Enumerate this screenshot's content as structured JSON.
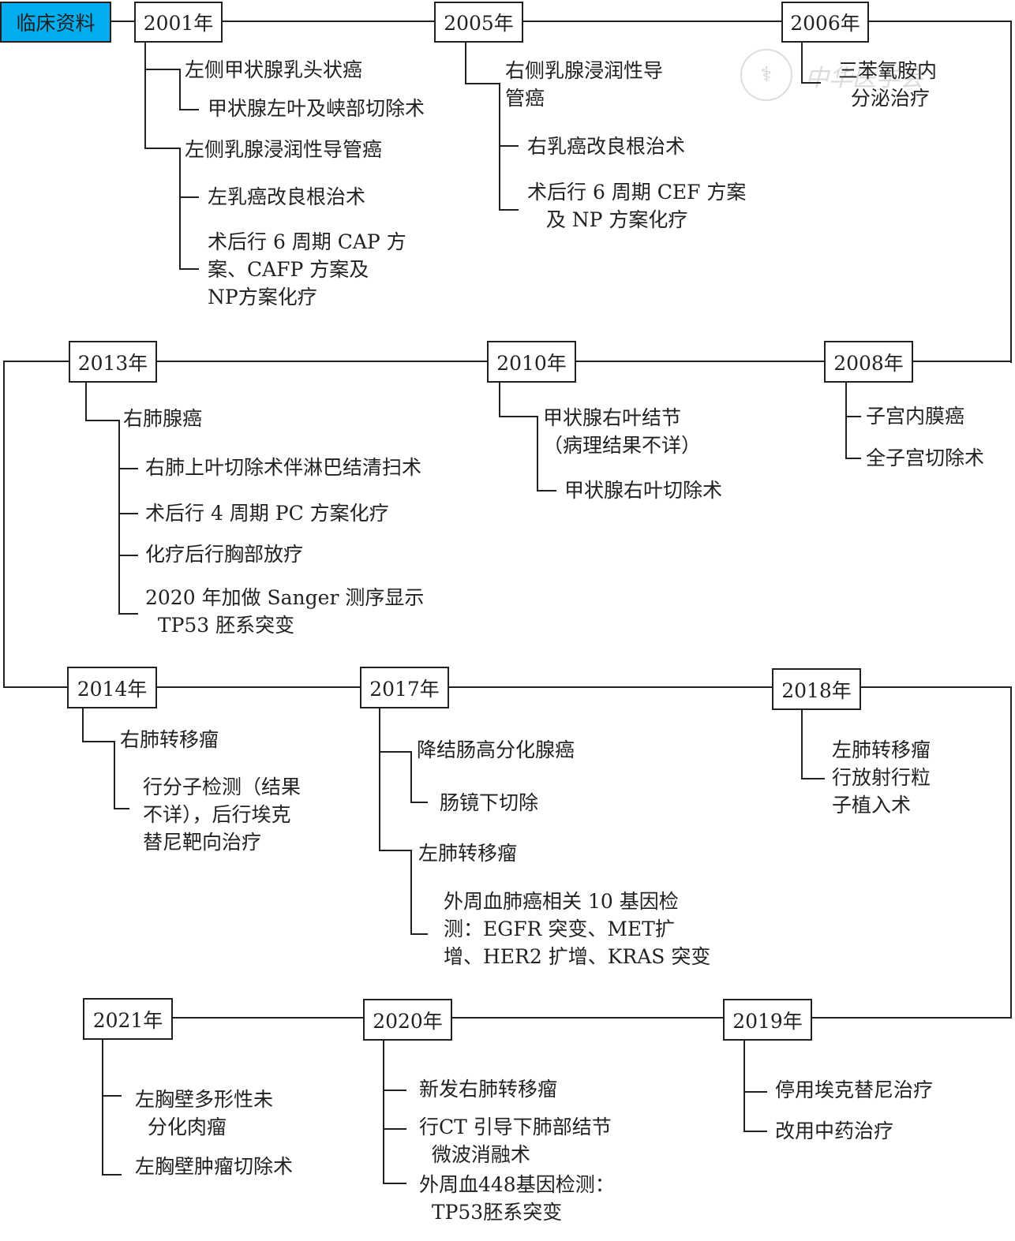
{
  "root": {
    "label": "临床资料",
    "color": "#00aeef"
  },
  "watermark": {
    "text": "中华医学会"
  },
  "timeline": [
    {
      "year": "2001年",
      "items": [
        "左侧甲状腺乳头状癌",
        "甲状腺左叶及峡部切除术",
        "左侧乳腺浸润性导管癌",
        "左乳癌改良根治术",
        "术后行 6 周期 CAP 方\n案、CAFP 方案及\nNP方案化疗"
      ]
    },
    {
      "year": "2005年",
      "items": [
        "右侧乳腺浸润性导\n管癌",
        "右乳癌改良根治术",
        "术后行 6 周期 CEF 方案\n   及 NP 方案化疗"
      ]
    },
    {
      "year": "2006年",
      "items": [
        "三苯氧胺内\n  分泌治疗"
      ]
    },
    {
      "year": "2008年",
      "items": [
        "子宫内膜癌",
        "全子宫切除术"
      ]
    },
    {
      "year": "2010年",
      "items": [
        "甲状腺右叶结节\n（病理结果不详）",
        "甲状腺右叶切除术"
      ]
    },
    {
      "year": "2013年",
      "items": [
        "右肺腺癌",
        "右肺上叶切除术伴淋巴结清扫术",
        "术后行 4 周期 PC 方案化疗",
        "化疗后行胸部放疗",
        "2020 年加做 Sanger 测序显示\n  TP53 胚系突变"
      ]
    },
    {
      "year": "2014年",
      "items": [
        "右肺转移瘤",
        "行分子检测（结果\n不详），后行埃克\n替尼靶向治疗"
      ]
    },
    {
      "year": "2017年",
      "items": [
        "降结肠高分化腺癌",
        "肠镜下切除",
        "左肺转移瘤",
        "外周血肺癌相关 10 基因检\n测：EGFR 突变、MET扩\n增、HER2 扩增、KRAS 突变"
      ]
    },
    {
      "year": "2018年",
      "items": [
        "左肺转移瘤\n行放射行粒\n子植入术"
      ]
    },
    {
      "year": "2019年",
      "items": [
        "停用埃克替尼治疗",
        "改用中药治疗"
      ]
    },
    {
      "year": "2020年",
      "items": [
        "新发右肺转移瘤",
        "行CT 引导下肺部结节\n  微波消融术",
        "外周血448基因检测：\n  TP53胚系突变"
      ]
    },
    {
      "year": "2021年",
      "items": [
        "左胸壁多形性未\n  分化肉瘤",
        "左胸壁肿瘤切除术"
      ]
    }
  ]
}
